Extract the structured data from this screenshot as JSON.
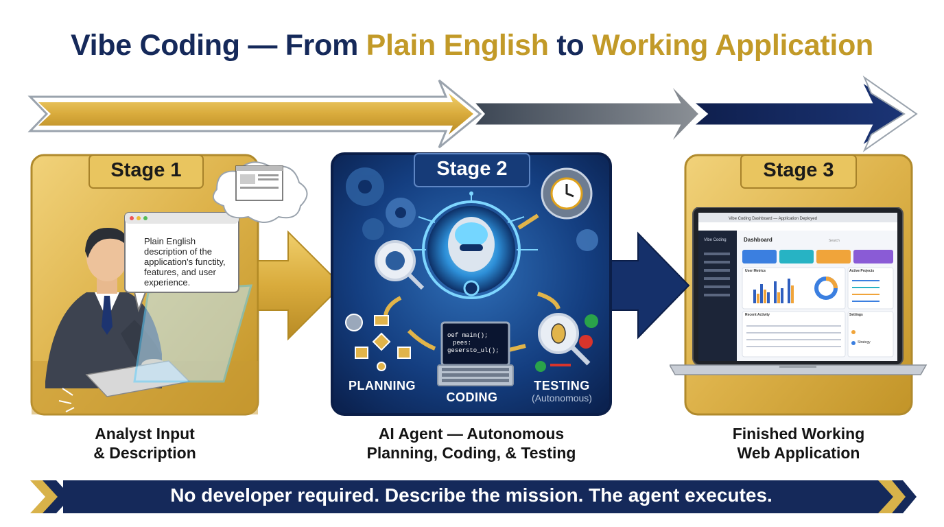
{
  "title": {
    "part1": "Vibe Coding — From ",
    "part2": "Plain English",
    "part3": " to ",
    "part4": "Working Application"
  },
  "stages": [
    {
      "label": "Stage 1",
      "caption_line1": "Analyst Input",
      "caption_line2": "& Description",
      "speech_text": "Plain English description of the application's functity, features, and user experience."
    },
    {
      "label": "Stage 2",
      "caption_line1": "AI Agent — Autonomous",
      "caption_line2": "Planning, Coding, & Testing",
      "planning_label": "PLANNING",
      "coding_label": "CODING",
      "testing_label": "TESTING",
      "testing_sub": "(Autonomous)",
      "code_lines": [
        "oef main();",
        "pees:",
        "gesersto_ul();"
      ]
    },
    {
      "label": "Stage 3",
      "caption_line1": "Finished Working",
      "caption_line2": "Web Application",
      "browser_tab": "Vibe Coding Dashboard — Application Deployed",
      "sidebar_title": "Vibe Coding",
      "dashboard_title": "Dashboard",
      "panel_users": "User Metrics",
      "panel_projects": "Active Projects",
      "panel_activity": "Recent Activity",
      "panel_settings": "Settings",
      "search_placeholder": "Search",
      "settings_item": "Strategy"
    }
  ],
  "banner": "No developer required. Describe the mission. The agent executes.",
  "colors": {
    "navy": "#15295a",
    "gold": "#c29a28",
    "gold_panel": "#e3b84a",
    "stage2_blue": "#0f2f66",
    "gray_arrow": "#5d6670"
  }
}
